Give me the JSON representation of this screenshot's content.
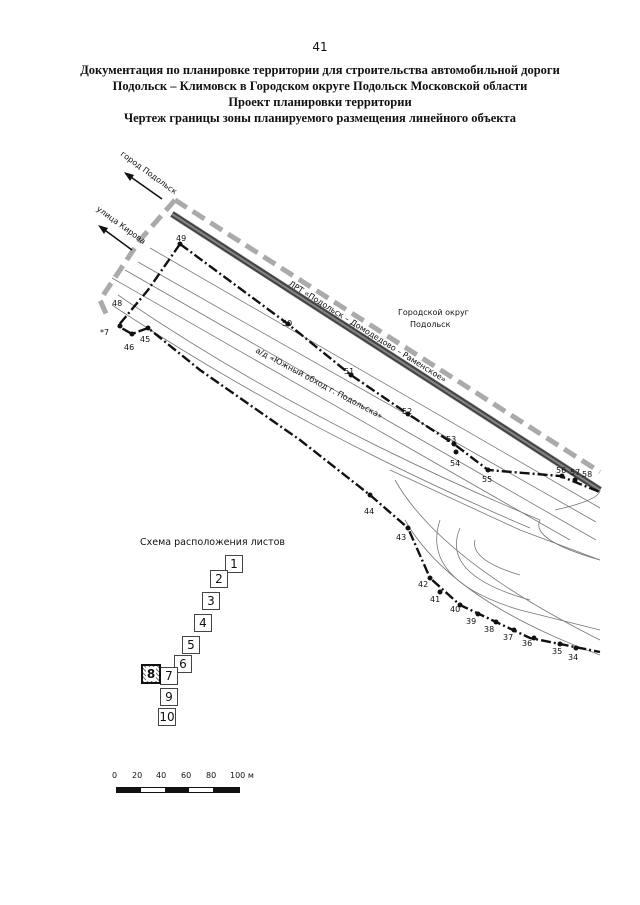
{
  "page_number": "41",
  "title_lines": [
    "Документация по планировке территории для строительства автомобильной дороги",
    "Подольск – Климовск в Городском округе Подольск Московской области",
    "Проект планировки территории",
    "Чертеж границы зоны планируемого размещения линейного объекта"
  ],
  "map": {
    "labels": {
      "city_direction": "город Подольск",
      "street_direction": "улица Кирова",
      "railway": "ЛРТ «Подольск – Домодедово – Раменское»",
      "highway": "а/д «Южный обход г. Подольска»",
      "district_line1": "Городской округ",
      "district_line2": "Подольск"
    },
    "point_labels": [
      "49",
      "48",
      "*7",
      "46",
      "45",
      "50",
      "51",
      "52",
      "53",
      "54",
      "55",
      "56",
      "57",
      "58",
      "44",
      "43",
      "42",
      "41",
      "40",
      "39",
      "38",
      "37",
      "36",
      "35",
      "34"
    ]
  },
  "schema": {
    "title": "Схема расположения листов",
    "sheets": [
      "1",
      "2",
      "3",
      "4",
      "5",
      "6",
      "7",
      "8",
      "9",
      "10"
    ],
    "active_sheet": "8"
  },
  "scale": {
    "labels": [
      "0",
      "20",
      "40",
      "60",
      "80",
      "100 м"
    ]
  }
}
